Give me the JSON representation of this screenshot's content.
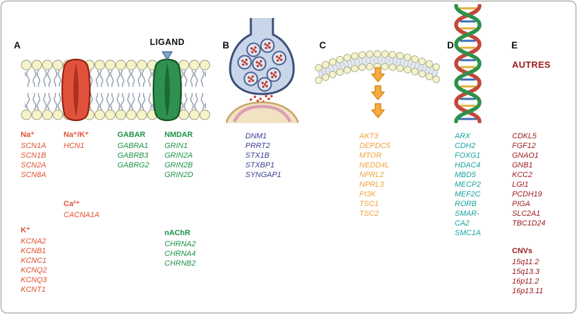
{
  "colors": {
    "ion-red": "#E0502F",
    "receptor-green": "#1E9348",
    "synapse-navy": "#3A3F93",
    "mtor-orange": "#F0A23C",
    "chromatin-teal": "#18A39E",
    "autres-red": "#9C1B20"
  },
  "panel_a": {
    "label": "A",
    "ligand_label": "LIGAND",
    "channel_groups": [
      {
        "header": "Na⁺",
        "genes": [
          "SCN1A",
          "SCN1B",
          "SCN2A",
          "SCN8A"
        ]
      },
      {
        "header": "Na⁺/K⁺",
        "genes": [
          "HCN1"
        ]
      },
      {
        "header": "Ca²⁺",
        "genes": [
          "CACNA1A"
        ]
      },
      {
        "header": "K⁺",
        "genes": [
          "KCNA2",
          "KCNB1",
          "KCNC1",
          "KCNQ2",
          "KCNQ3",
          "KCNT1"
        ]
      },
      {
        "header": "GABAR",
        "genes": [
          "GABRA1",
          "GABRB3",
          "GABRG2"
        ]
      },
      {
        "header": "NMDAR",
        "genes": [
          "GRIN1",
          "GRIN2A",
          "GRIN2B",
          "GRIN2D"
        ]
      },
      {
        "header": "nAChR",
        "genes": [
          "CHRNA2",
          "CHRNA4",
          "CHRNB2"
        ]
      }
    ]
  },
  "panel_b": {
    "label": "B",
    "genes": [
      "DNM1",
      "PRRT2",
      "STX1B",
      "STXBP1",
      "SYNGAP1"
    ]
  },
  "panel_c": {
    "label": "C",
    "genes": [
      "AKT3",
      "DEPDC5",
      "MTOR",
      "NEDD4L",
      "NPRL2",
      "NPRL3",
      "PI3K",
      "TSC1",
      "TSC2"
    ]
  },
  "panel_d": {
    "label": "D",
    "genes": [
      "ARX",
      "CDH2",
      "FOXG1",
      "HDAC4",
      "MBD5",
      "MECP2",
      "MEF2C",
      "RORB",
      "SMAR-",
      "CA2",
      "SMC1A"
    ]
  },
  "panel_e": {
    "label": "E",
    "title": "AUTRES",
    "genes": [
      "CDKL5",
      "FGF12",
      "GNAO1",
      "GNB1",
      "KCC2",
      "LGI1",
      "PCDH19",
      "PIGA",
      "SLC2A1",
      "TBC1D24"
    ],
    "cnv_header": "CNVs",
    "cnvs": [
      "15q11.2",
      "15q13.3",
      "16p11.2",
      "16p13.11"
    ]
  }
}
